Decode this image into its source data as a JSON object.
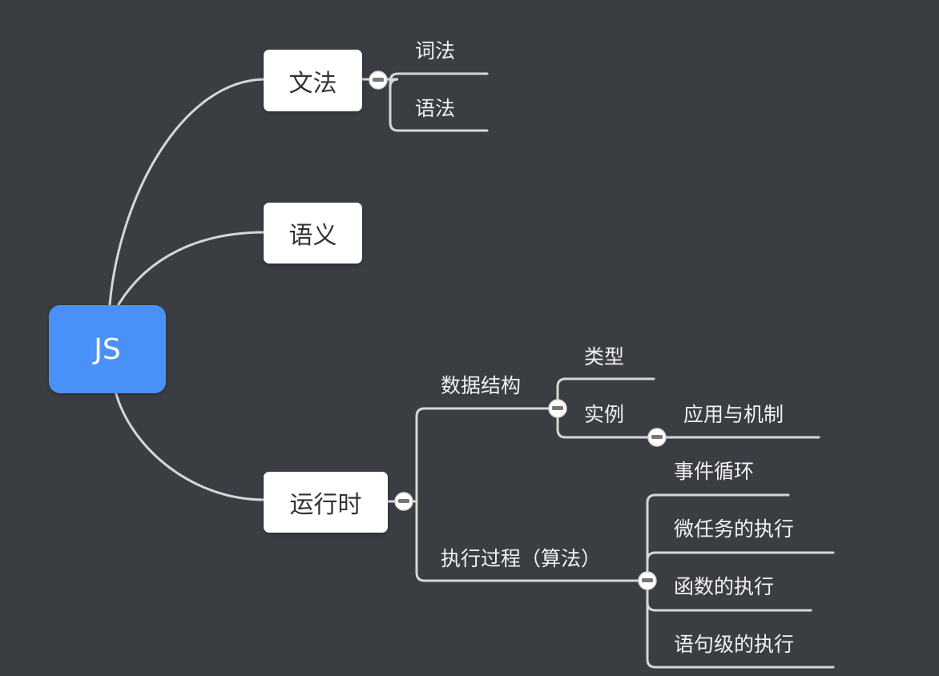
{
  "root": {
    "label": "JS"
  },
  "main": [
    {
      "label": "文法",
      "collapse_icon": "minus-circle-icon",
      "children": [
        {
          "label": "词法"
        },
        {
          "label": "语法"
        }
      ]
    },
    {
      "label": "语义"
    },
    {
      "label": "运行时",
      "collapse_icon": "minus-circle-icon",
      "children": [
        {
          "label": "数据结构",
          "collapse_icon": "minus-circle-icon",
          "children": [
            {
              "label": "类型"
            },
            {
              "label": "实例",
              "collapse_icon": "minus-circle-icon",
              "children": [
                {
                  "label": "应用与机制"
                }
              ]
            }
          ]
        },
        {
          "label": "执行过程（算法）",
          "collapse_icon": "minus-circle-icon",
          "children": [
            {
              "label": "事件循环"
            },
            {
              "label": "微任务的执行"
            },
            {
              "label": "函数的执行"
            },
            {
              "label": "语句级的执行"
            }
          ]
        }
      ]
    }
  ],
  "colors": {
    "background": "#3a3d42",
    "root_fill": "#4a91f7",
    "node_fill": "#ffffff",
    "line": "#d6d6d6",
    "leaf_text": "#f2f2f2"
  }
}
